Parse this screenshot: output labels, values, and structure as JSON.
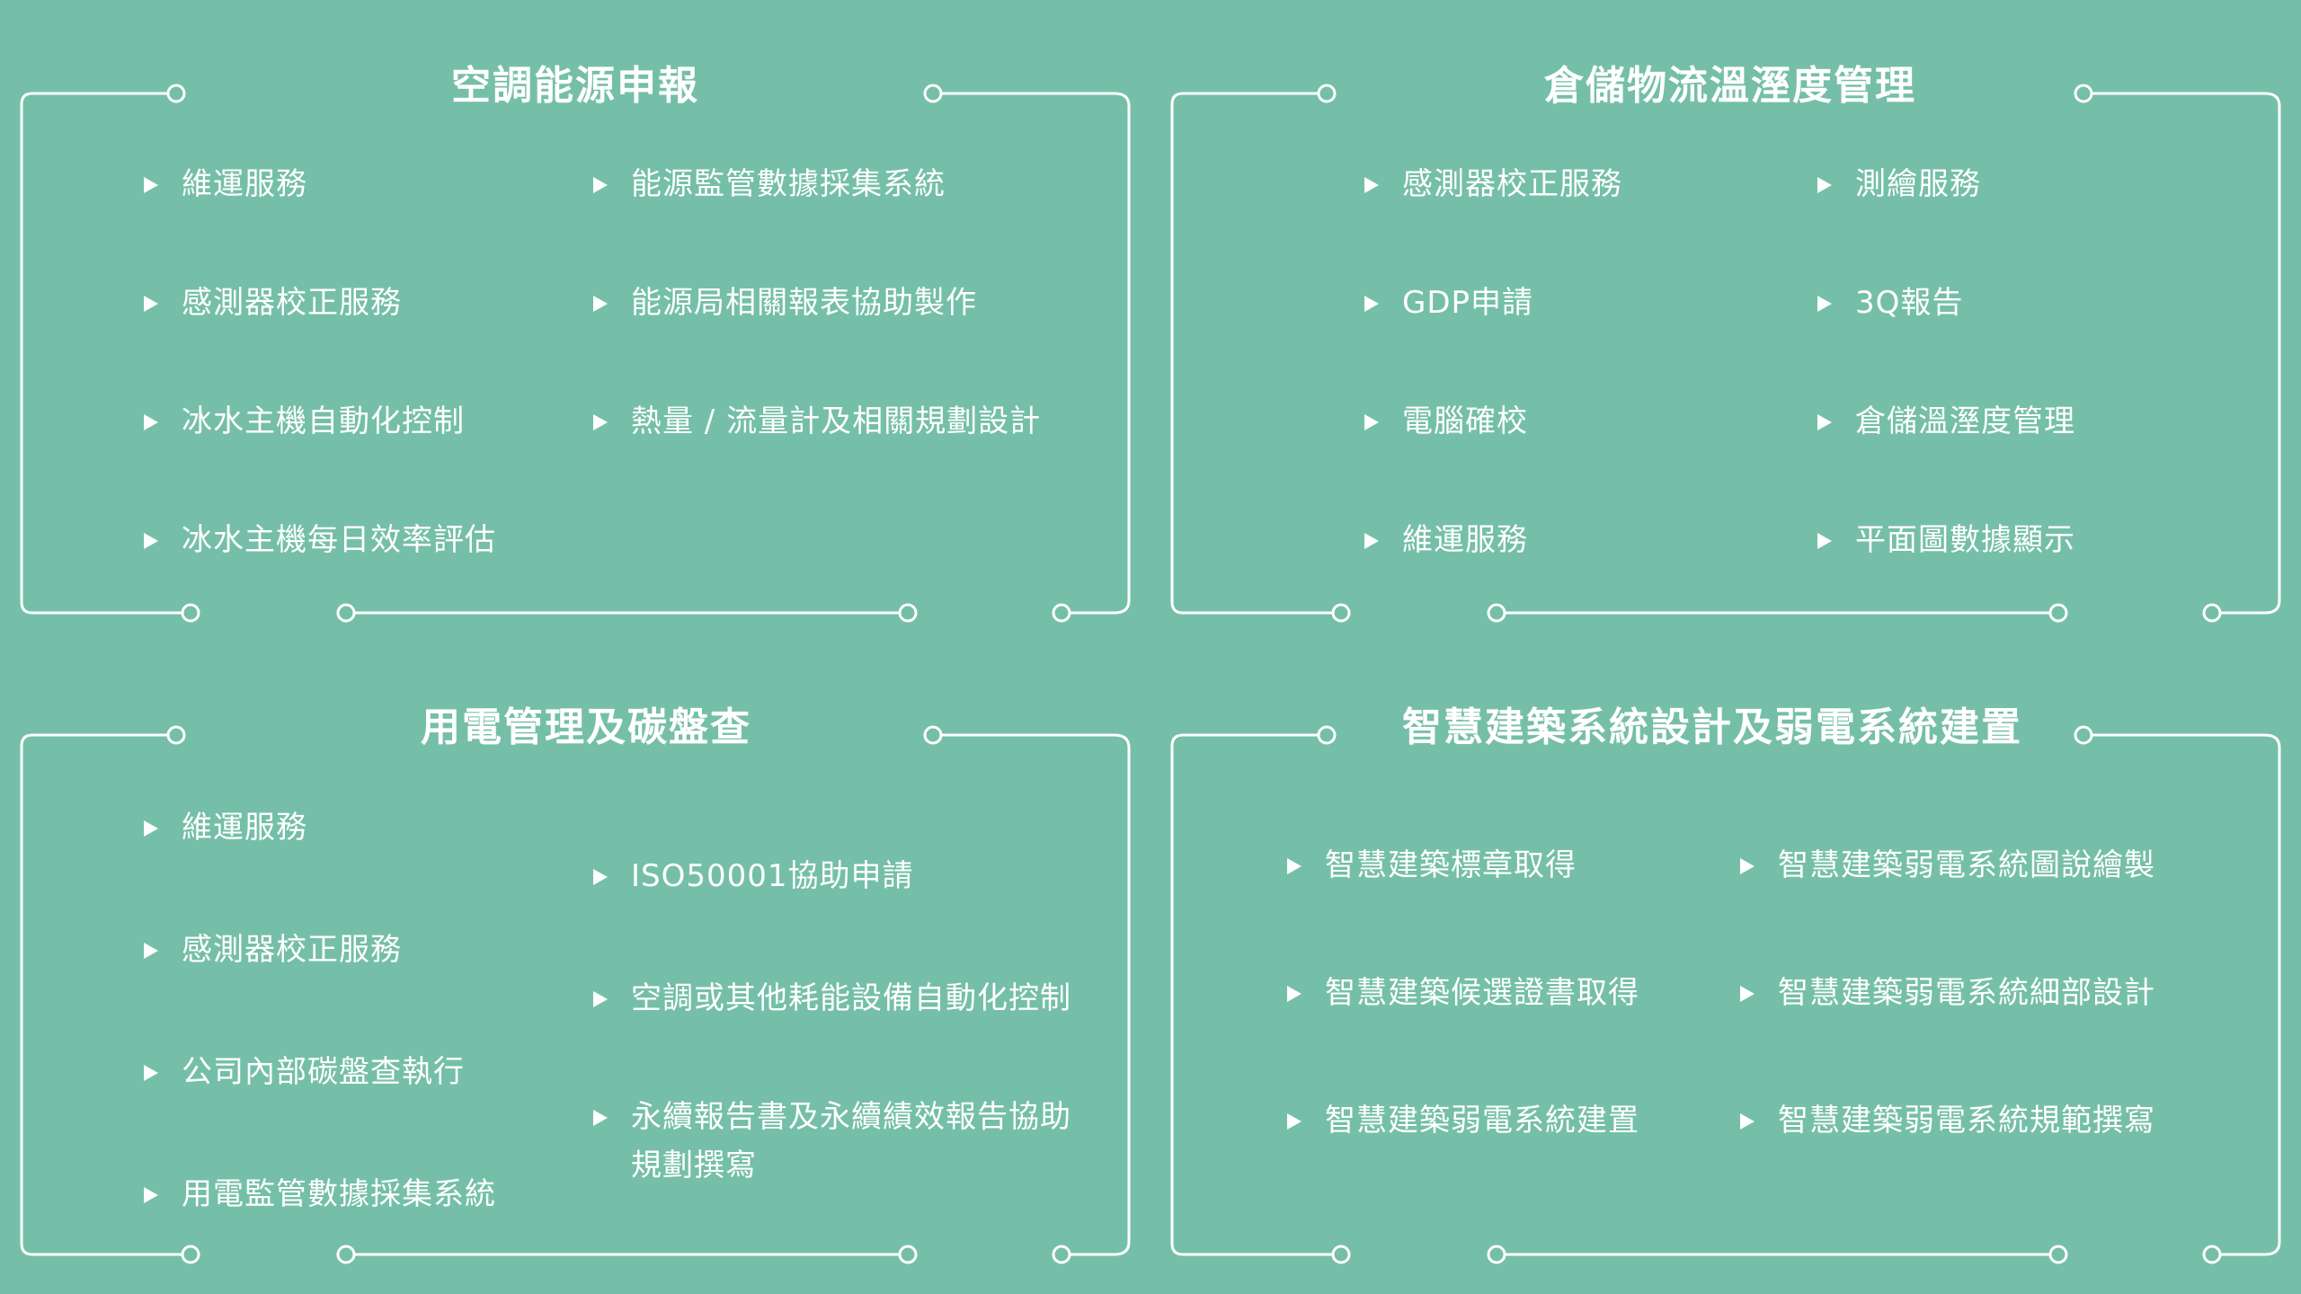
{
  "panels": [
    {
      "title": "空調能源申報",
      "items": [
        "維運服務",
        "能源監管數據採集系統",
        "感測器校正服務",
        "能源局相關報表協助製作",
        "冰水主機自動化控制",
        "熱量 / 流量計及相關規劃設計",
        "冰水主機每日效率評估"
      ]
    },
    {
      "title": "倉儲物流溫溼度管理",
      "items": [
        "感測器校正服務",
        "測繪服務",
        "GDP申請",
        "3Q報告",
        "電腦確校",
        "倉儲溫溼度管理",
        "維運服務",
        "平面圖數據顯示"
      ]
    },
    {
      "title": "用電管理及碳盤查",
      "items": [
        "維運服務",
        "ISO50001協助申請",
        "感測器校正服務",
        "空調或其他耗能設備自動化控制",
        "公司內部碳盤查執行",
        "永續報告書及永續績效報告協助規劃撰寫",
        "用電監管數據採集系統"
      ]
    },
    {
      "title": "智慧建築系統設計及弱電系統建置",
      "items": [
        "智慧建築標章取得",
        "智慧建築弱電系統圖說繪製",
        "智慧建築候選證書取得",
        "智慧建築弱電系統細部設計",
        "智慧建築弱電系統建置",
        "智慧建築弱電系統規範撰寫"
      ]
    }
  ]
}
